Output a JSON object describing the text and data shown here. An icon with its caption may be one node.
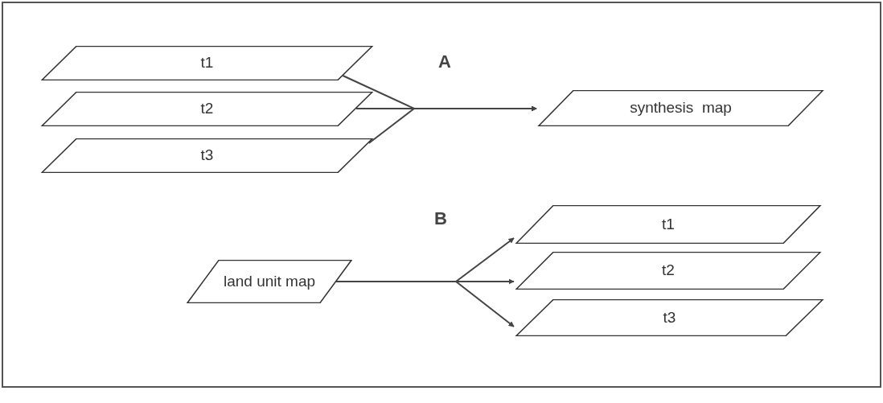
{
  "diagram": {
    "nodes": [
      {
        "text": [
          "t1"
        ]
      },
      {
        "text": [
          "t2"
        ]
      },
      {
        "text": [
          "t3"
        ]
      },
      {
        "text": [
          "synthesis  map"
        ]
      },
      {
        "text": [
          "land unit map"
        ]
      },
      {
        "text": [
          "t1"
        ]
      },
      {
        "text": [
          "t2"
        ]
      },
      {
        "text": [
          "t3"
        ]
      }
    ],
    "edges": [
      {
        "from": 0,
        "to": 3,
        "arrow": "to"
      },
      {
        "from": 1,
        "to": 3,
        "arrow": "to"
      },
      {
        "from": 2,
        "to": 3,
        "arrow": "to"
      },
      {
        "from": 4,
        "to": 5,
        "arrow": "to"
      },
      {
        "from": 4,
        "to": 6,
        "arrow": "to"
      },
      {
        "from": 4,
        "to": 7,
        "arrow": "to"
      }
    ],
    "labels": [
      "A",
      "B"
    ]
  }
}
